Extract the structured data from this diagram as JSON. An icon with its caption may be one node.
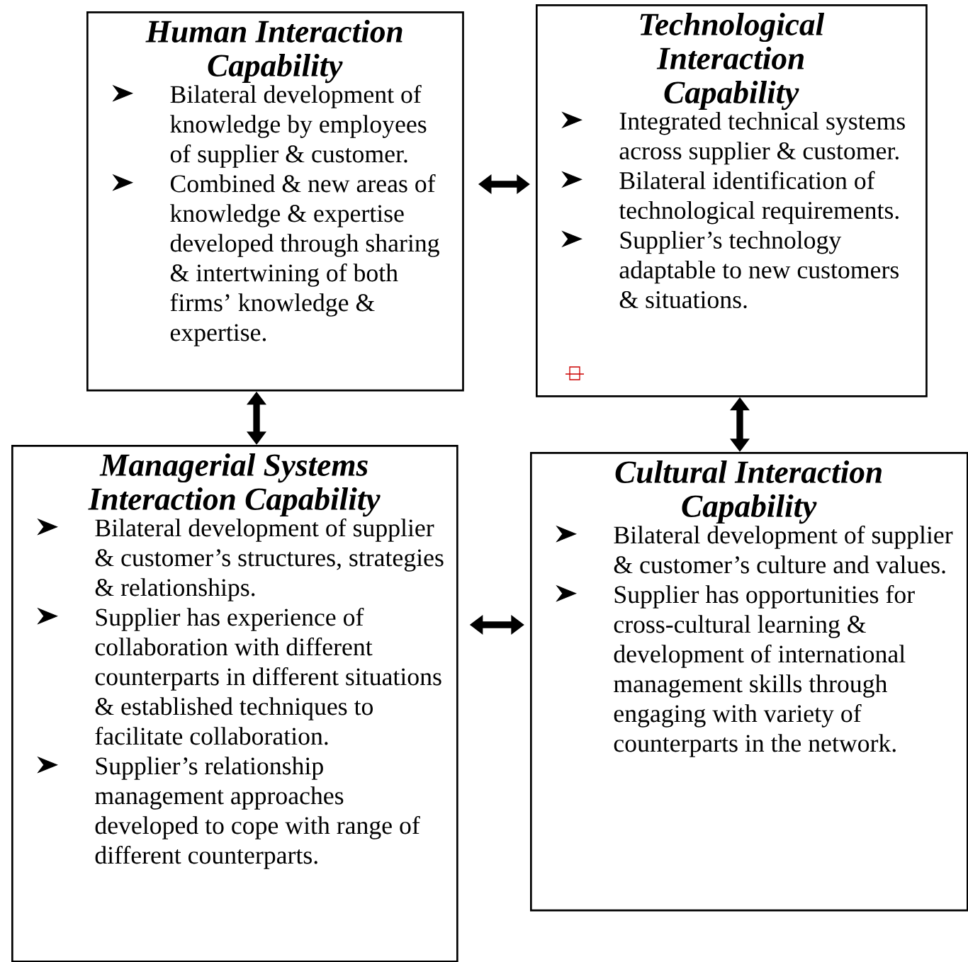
{
  "diagram": {
    "nodes": [
      {
        "text": [
          "Human Interaction Capability",
          "Bilateral development of knowledge by employees of supplier & customer.",
          "Combined & new areas of knowledge & expertise developed through sharing & intertwining of both firms’ knowledge & expertise."
        ]
      },
      {
        "text": [
          "Technological Interaction Capability",
          "Integrated technical systems across supplier & customer.",
          "Bilateral identification of technological requirements.",
          "Supplier’s technology adaptable to new customers & situations."
        ]
      },
      {
        "text": [
          "Managerial Systems Interaction Capability",
          "Bilateral development of supplier & customer’s structures, strategies & relationships.",
          "Supplier has experience of collaboration with different counterparts in different situations & established techniques to facilitate collaboration.",
          "Supplier’s relationship management approaches developed to cope with range of different counterparts."
        ]
      },
      {
        "text": [
          "Cultural Interaction Capability",
          "Bilateral development of supplier & customer’s culture and values.",
          "Supplier has opportunities for cross-cultural learning & development of international management skills through engaging with variety of counterparts in the network."
        ]
      }
    ],
    "edges": [
      {
        "from": 0,
        "to": 1,
        "arrow": "both"
      },
      {
        "from": 0,
        "to": 2,
        "arrow": "both"
      },
      {
        "from": 1,
        "to": 3,
        "arrow": "both"
      },
      {
        "from": 2,
        "to": 3,
        "arrow": "both"
      }
    ]
  }
}
